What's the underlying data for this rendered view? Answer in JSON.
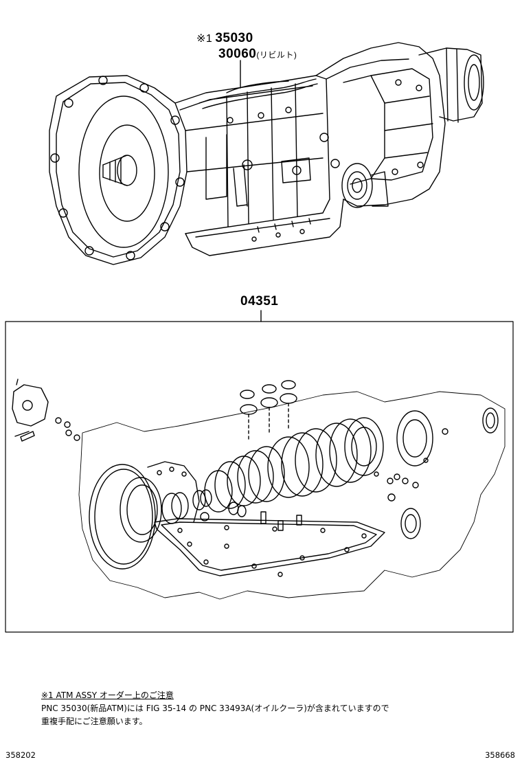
{
  "callouts": {
    "part_1_mark": "※1",
    "part_1": "35030",
    "part_2": "30060",
    "part_2_note": "(リビルト)",
    "kit": "04351"
  },
  "note": {
    "title": "※1 ATM ASSY オーダー上のご注意",
    "line1": "PNC 35030(新品ATM)には FIG 35-14 の PNC 33493A(オイルクーラ)が含まれていますので",
    "line2": "重複手配にご注意願います。"
  },
  "footer": {
    "left_code": "358202",
    "right_code": "358668"
  }
}
